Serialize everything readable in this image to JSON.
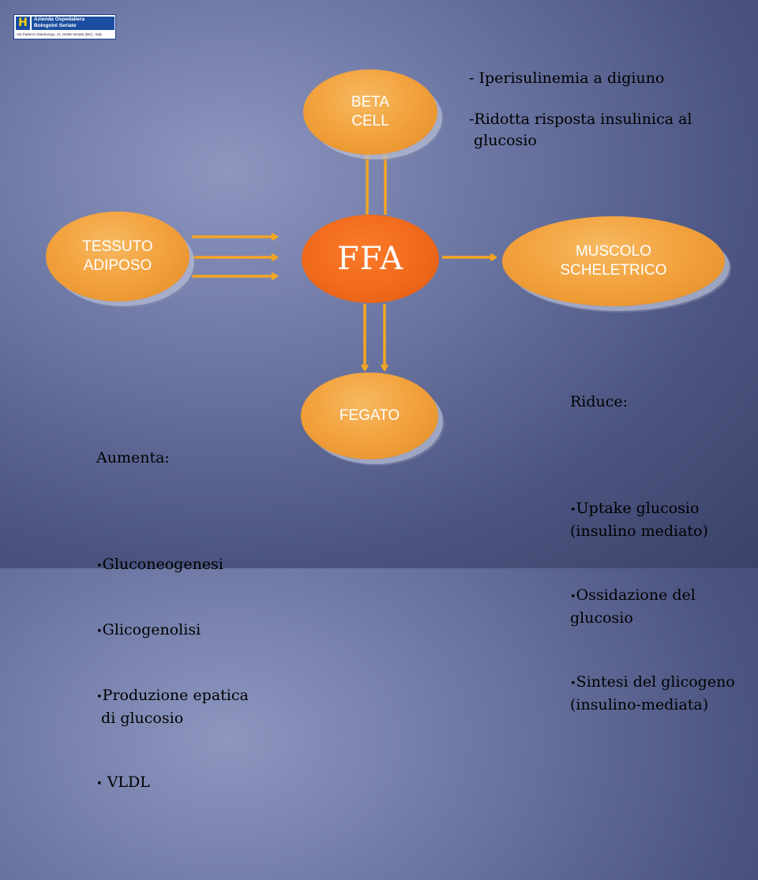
{
  "logo": {
    "mark": "H",
    "line1": "Azienda Ospedaliera",
    "line2": "Bolognini Seriate",
    "address": "Via Paderno Martinengo, 21   24068 Seriate (BG) - Italy"
  },
  "nodes": {
    "center": "FFA",
    "beta": "BETA\nCELL",
    "tessuto": "TESSUTO\nADIPOSO",
    "muscolo": "MUSCOLO\nSCHELETRICO",
    "fegato": "FEGATO"
  },
  "beta_notes": {
    "line1": "- Iperisulinemia a digiuno",
    "line2": "-Ridotta risposta insulinica al\n glucosio"
  },
  "muscle_effects": {
    "heading": "Riduce:",
    "items": [
      "Uptake glucosio\n(insulino mediato)",
      "Ossidazione del\nglucosio",
      "Sintesi del glicogeno\n(insulino-mediata)"
    ]
  },
  "liver_effects": {
    "heading": "Aumenta:",
    "items": [
      "Gluconeogenesi",
      "Glicogenolisi",
      "Produzione epatica\n di glucosio",
      " VLDL"
    ]
  },
  "colors": {
    "arrow": "#f5a623",
    "node_orange": "#f3a33f",
    "center_orange": "#f06a1c",
    "text": "#000000"
  }
}
